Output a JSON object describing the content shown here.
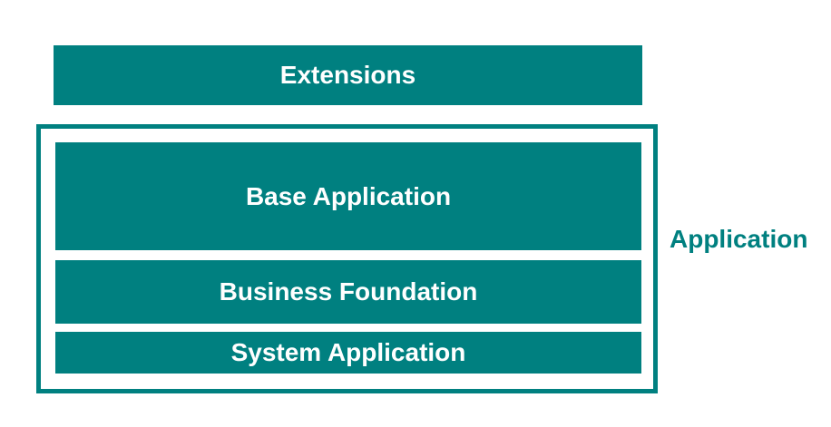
{
  "colors": {
    "teal": "#008080",
    "text_on_block": "#ffffff"
  },
  "layers": {
    "extensions": "Extensions",
    "base_application": "Base Application",
    "business_foundation": "Business Foundation",
    "system_application": "System Application"
  },
  "group_label": "Application"
}
